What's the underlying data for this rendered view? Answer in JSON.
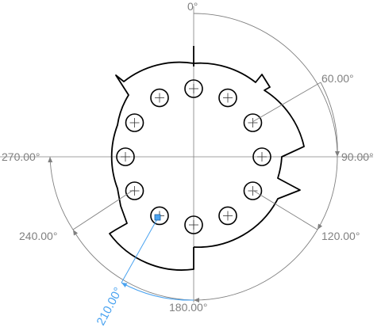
{
  "drawing": {
    "angle_labels": {
      "a0": "0°",
      "a60": "60.00°",
      "a90": "90.00°",
      "a120": "120.00°",
      "a180": "180.00°",
      "a240": "240.00°",
      "a270": "270.00°",
      "a210_selected": "210.00°"
    },
    "colors": {
      "outline": "#000000",
      "dimension": "#808080",
      "selected": "#4aa3f0"
    }
  }
}
